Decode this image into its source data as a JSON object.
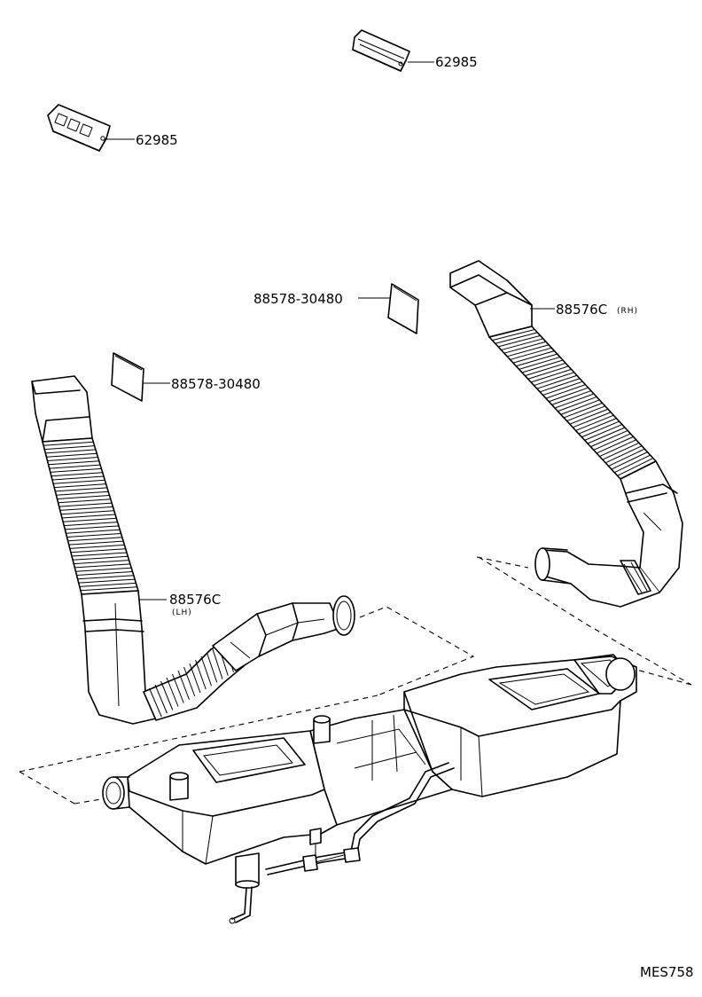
{
  "parts": [
    {
      "id": "vent-top",
      "number": "62985"
    },
    {
      "id": "vent-left",
      "number": "62985"
    },
    {
      "id": "pad-upper",
      "number": "88578-30480"
    },
    {
      "id": "pad-lower",
      "number": "88578-30480"
    },
    {
      "id": "duct-rh",
      "number": "88576C",
      "side": "(RH)"
    },
    {
      "id": "duct-lh",
      "number": "88576C",
      "side": "(LH)"
    }
  ],
  "drawing_code": "MES758"
}
